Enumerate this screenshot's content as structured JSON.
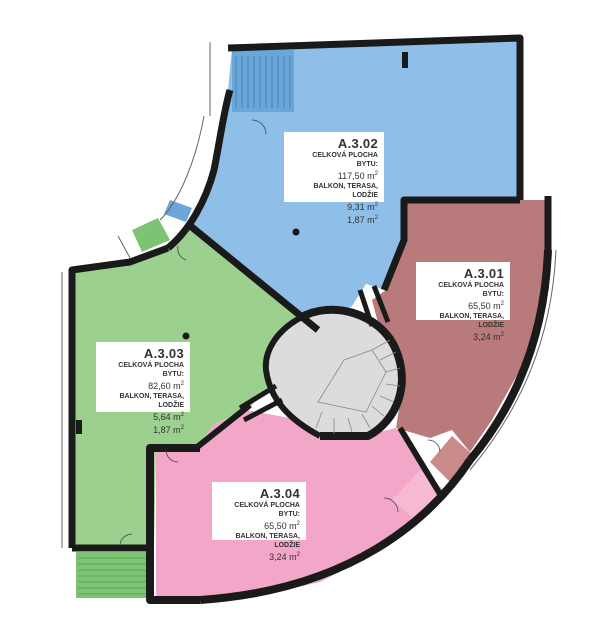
{
  "units": [
    {
      "code": "A.3.02",
      "caption": "CELKOVÁ PLOCHA BYTU:",
      "area": "117,50 m",
      "extra_caption": "BALKON, TERASA, LODŽIE",
      "extra_values": [
        "9,31 m",
        "1,87 m"
      ],
      "color": "#8fbfe8"
    },
    {
      "code": "A.3.01",
      "caption": "CELKOVÁ PLOCHA BYTU:",
      "area": "65,50 m",
      "extra_caption": "BALKON, TERASA, LODŽIE",
      "extra_values": [
        "3,24 m"
      ],
      "color": "#b87a7a"
    },
    {
      "code": "A.3.03",
      "caption": "CELKOVÁ PLOCHA BYTU:",
      "area": "82,60 m",
      "extra_caption": "BALKON, TERASA, LODŽIE",
      "extra_values": [
        "5,64 m",
        "1,87 m"
      ],
      "color": "#9bd08e"
    },
    {
      "code": "A.3.04",
      "caption": "CELKOVÁ PLOCHA BYTU:",
      "area": "65,50 m",
      "extra_caption": "BALKON, TERASA, LODŽIE",
      "extra_values": [
        "3,24 m"
      ],
      "color": "#f2a6c8"
    }
  ],
  "unit_superscript": "2",
  "colors": {
    "wall": "#1a1a1a",
    "stair_core": "#dcdcdc",
    "balcony_blue": "#6aa6d8",
    "balcony_green": "#7cc474",
    "balcony_pink": "#f6b8d2",
    "balcony_red": "#c98a8a"
  }
}
